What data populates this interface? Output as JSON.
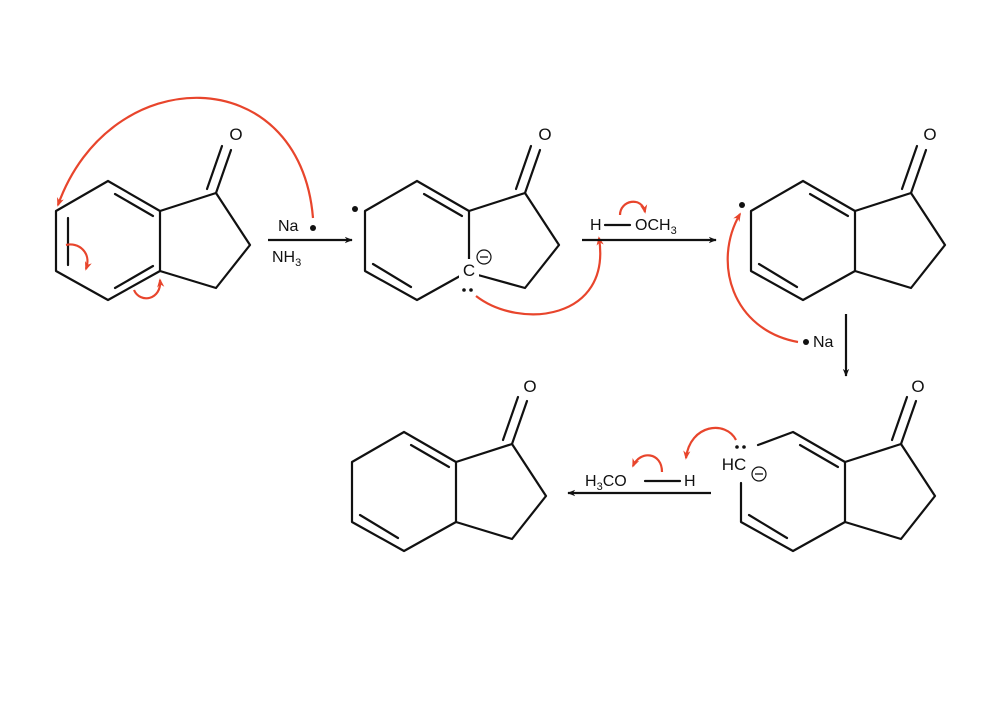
{
  "colors": {
    "bond": "#111111",
    "curly_arrow": "#e8452c",
    "background": "#ffffff"
  },
  "labels": {
    "oxygen": "O",
    "sodium": "Na",
    "ammonia": "NH",
    "ammonia_sub": "3",
    "proton_h": "H",
    "methoxy_o": "OCH",
    "methoxy_sub": "3",
    "carbanion_c": "C",
    "carbanion_hc": "HC",
    "h3co_h": "H",
    "h3co_sub": "3",
    "h3co_co": "CO",
    "proton_h2": "H"
  },
  "icons": {
    "reaction_arrow": "reaction-arrow-icon",
    "curly_arrow": "curly-arrow-icon",
    "radical_dot": "radical-dot-icon",
    "negative_charge": "negative-charge-icon",
    "lone_pair": "lone-pair-icon"
  }
}
